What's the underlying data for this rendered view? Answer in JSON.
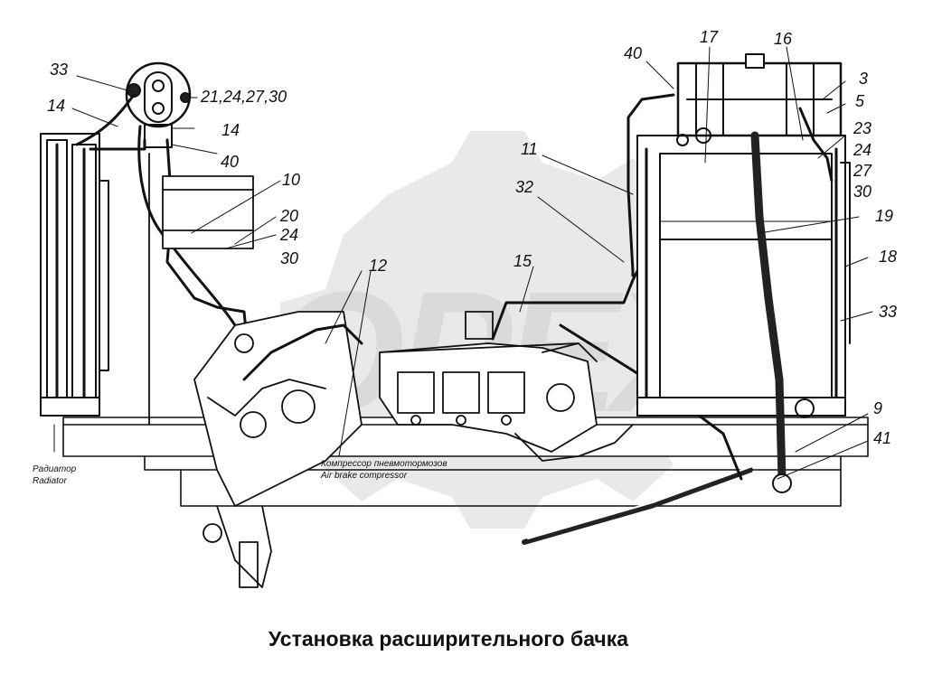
{
  "caption": "Установка расширительного бачка",
  "notes": {
    "radiator_ru": "Радиатор",
    "radiator_en": "Radiator",
    "compressor_ru": "Компрессор пневмотормозов",
    "compressor_en": "Air brake compressor"
  },
  "callouts": {
    "c33_left": "33",
    "c14_left": "14",
    "c21_24_27_30": "21,24,27,30",
    "c14_mid": "14",
    "c40_mid": "40",
    "c10": "10",
    "c20": "20",
    "c24_mid": "24",
    "c30_mid": "30",
    "c12": "12",
    "c15": "15",
    "c32": "32",
    "c11": "11",
    "c40_right": "40",
    "c17": "17",
    "c16": "16",
    "c3": "3",
    "c5": "5",
    "c23": "23",
    "c24_right": "24",
    "c27": "27",
    "c30_right": "30",
    "c19": "19",
    "c18": "18",
    "c33_right": "33",
    "c9": "9",
    "c41": "41"
  },
  "watermark_text": "ОРЕХ"
}
